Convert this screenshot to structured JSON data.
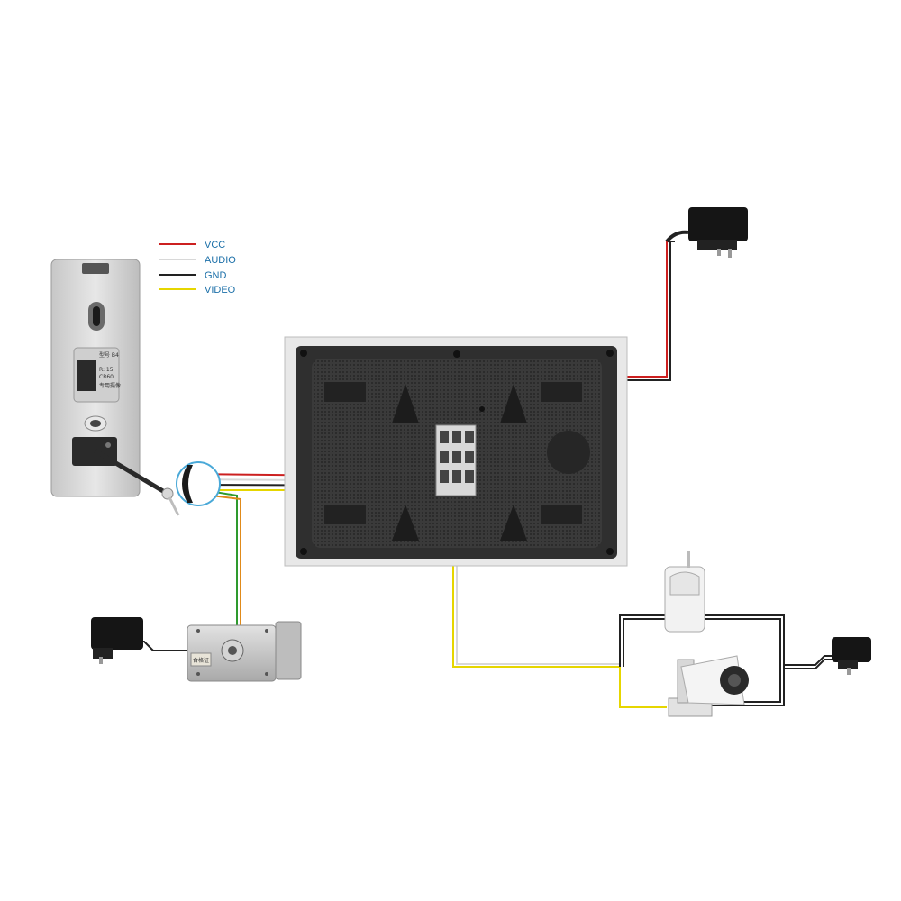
{
  "legend": {
    "items": [
      {
        "label": "VCC",
        "color": "#cc2020"
      },
      {
        "label": "AUDIO",
        "color": "#d8d8d8"
      },
      {
        "label": "GND",
        "color": "#222222"
      },
      {
        "label": "VIDEO",
        "color": "#e6d600"
      }
    ],
    "text_color": "#1b6fa8"
  },
  "wire_colors": {
    "vcc": "#cc2020",
    "audio": "#d8d8d8",
    "gnd": "#222222",
    "video": "#e6d600",
    "lock_green": "#2e9a2e",
    "lock_orange": "#e08a1a"
  },
  "devices": {
    "outdoor_unit": {
      "icon": "doorbell-camera-icon",
      "label_lines": [
        "型号 B4",
        "R: 15",
        "CR60",
        "专用摄像"
      ]
    },
    "monitor": {
      "icon": "indoor-monitor-icon"
    },
    "power_adapter_top": {
      "icon": "power-adapter-icon"
    },
    "power_adapter_lock": {
      "icon": "power-adapter-icon"
    },
    "power_adapter_camera": {
      "icon": "power-adapter-icon"
    },
    "electric_lock": {
      "icon": "electric-lock-icon",
      "sticker": "合格证"
    },
    "pir_sensor": {
      "icon": "pir-sensor-icon"
    },
    "cctv_camera": {
      "icon": "bullet-camera-icon"
    },
    "connector_zoom": {
      "icon": "magnifier-circle-icon"
    }
  }
}
